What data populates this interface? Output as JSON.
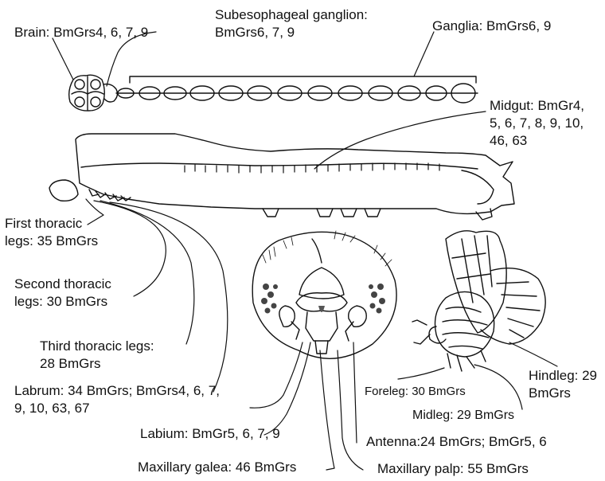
{
  "labels": {
    "brain": "Brain: BmGrs4, 6, 7, 9",
    "subeso_1": "Subesophageal ganglion:",
    "subeso_2": "BmGrs6, 7, 9",
    "ganglia": "Ganglia: BmGrs6, 9",
    "midgut_1": "Midgut: BmGr4,",
    "midgut_2": "5, 6, 7, 8, 9, 10,",
    "midgut_3": "46, 63",
    "first_legs_1": "First thoracic",
    "first_legs_2": "legs: 35 BmGrs",
    "second_legs_1": "Second thoracic",
    "second_legs_2": "legs: 30 BmGrs",
    "third_legs_1": "Third thoracic legs:",
    "third_legs_2": "28 BmGrs",
    "labrum_1": "Labrum: 34 BmGrs; BmGrs4, 6, 7,",
    "labrum_2": "9, 10, 63, 67",
    "labium": "Labium: BmGr5, 6, 7, 9",
    "antenna": "Antenna:24 BmGrs; BmGr5, 6",
    "galea": "Maxillary galea: 46 BmGrs",
    "palp": "Maxillary palp: 55 BmGrs",
    "foreleg": "Foreleg: 30 BmGrs",
    "midleg": "Midleg: 29 BmGrs",
    "hindleg_1": "Hindleg: 29",
    "hindleg_2": "BmGrs"
  },
  "colors": {
    "line": "#111111",
    "shade": "#555555",
    "background": "#ffffff"
  }
}
